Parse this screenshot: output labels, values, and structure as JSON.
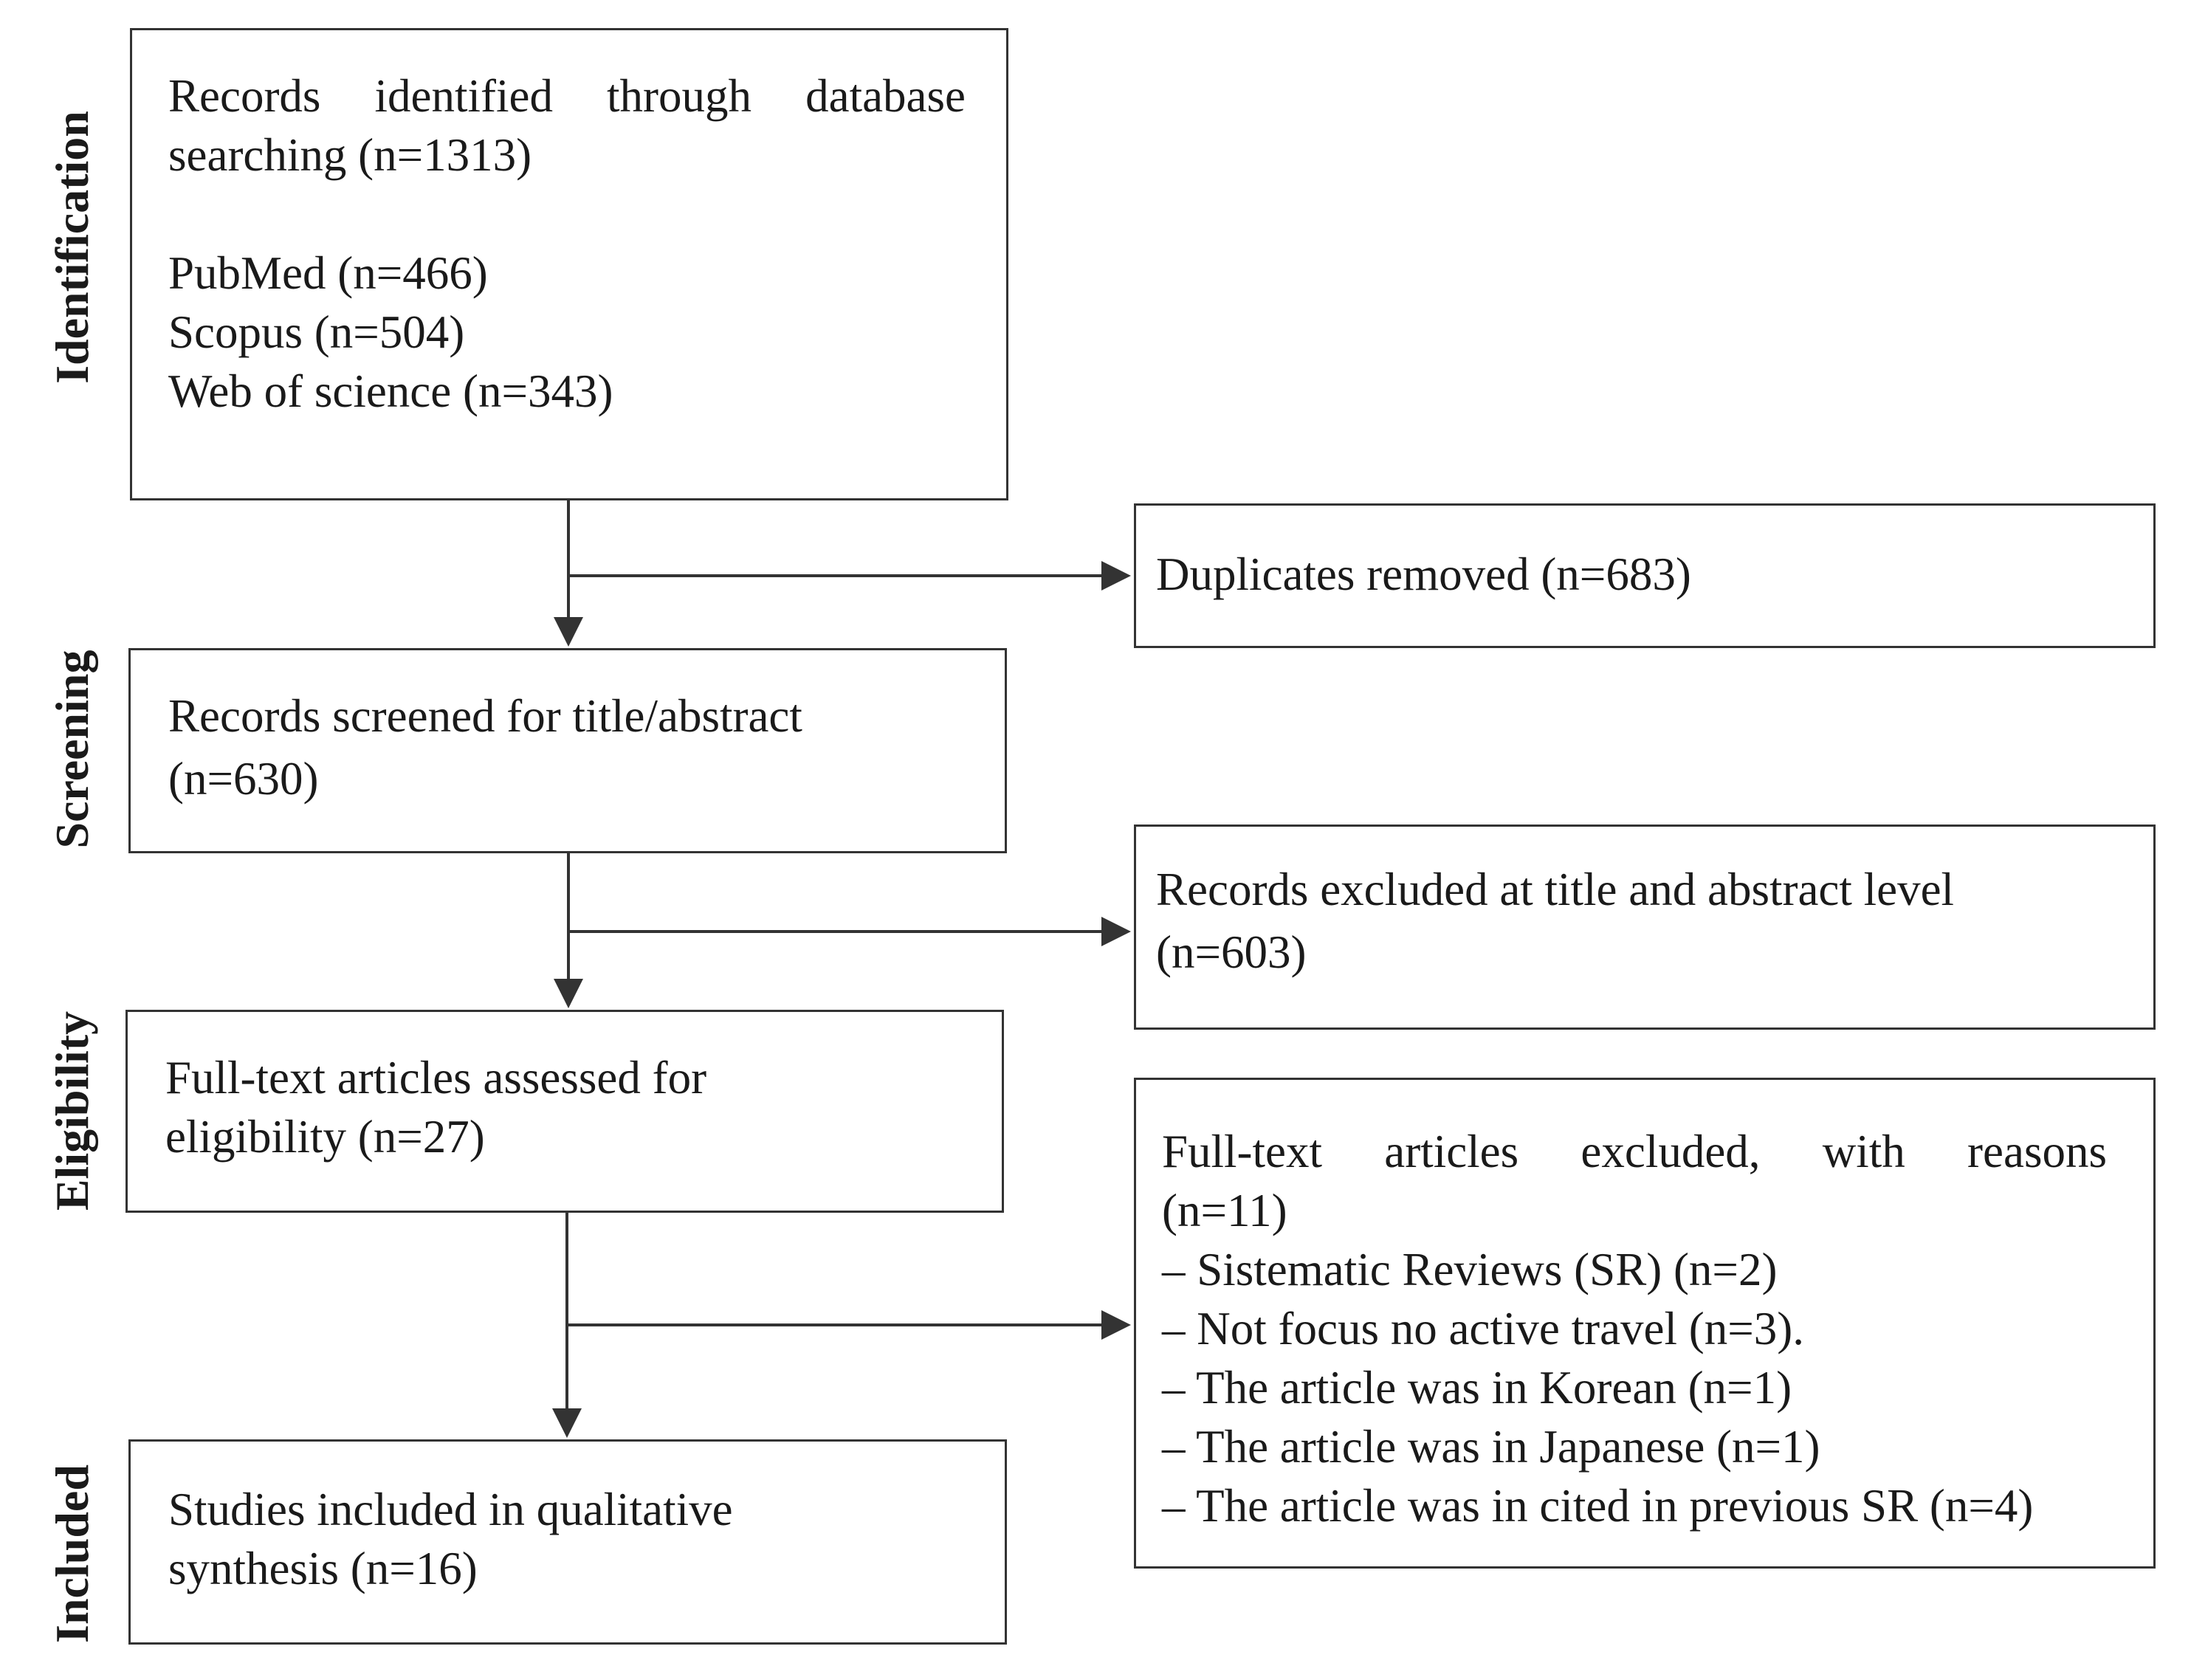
{
  "phases": {
    "identification": "Identification",
    "screening": "Screening",
    "eligibility": "Eligibility",
    "included": "Included"
  },
  "identification_box": {
    "line1": "Records identified through database",
    "line2": "searching (n=1313)",
    "sources": [
      "PubMed (n=466)",
      "Scopus (n=504)",
      "Web of science (n=343)"
    ]
  },
  "duplicates_box": {
    "line1": "Duplicates removed (n=683)"
  },
  "screening_box": {
    "line1": "Records screened for title/abstract",
    "line2": "(n=630)"
  },
  "excluded_title_box": {
    "line1": "Records excluded at title and abstract level",
    "line2": "(n=603)"
  },
  "eligibility_box": {
    "line1": "Full-text articles assessed for",
    "line2": "eligibility (n=27)"
  },
  "excluded_fulltext_box": {
    "line1": "Full-text articles excluded, with reasons",
    "line2": "(n=11)",
    "reasons": [
      "– Sistematic Reviews (SR) (n=2)",
      "– Not focus no active travel (n=3).",
      "– The article was in Korean (n=1)",
      "– The article was in Japanese (n=1)",
      "– The article was in cited in previous SR (n=4)"
    ]
  },
  "included_box": {
    "line1": "Studies included in qualitative",
    "line2": "synthesis (n=16)"
  },
  "colors": {
    "stroke": "#333333",
    "text": "#1a1a1a",
    "background": "#ffffff"
  }
}
